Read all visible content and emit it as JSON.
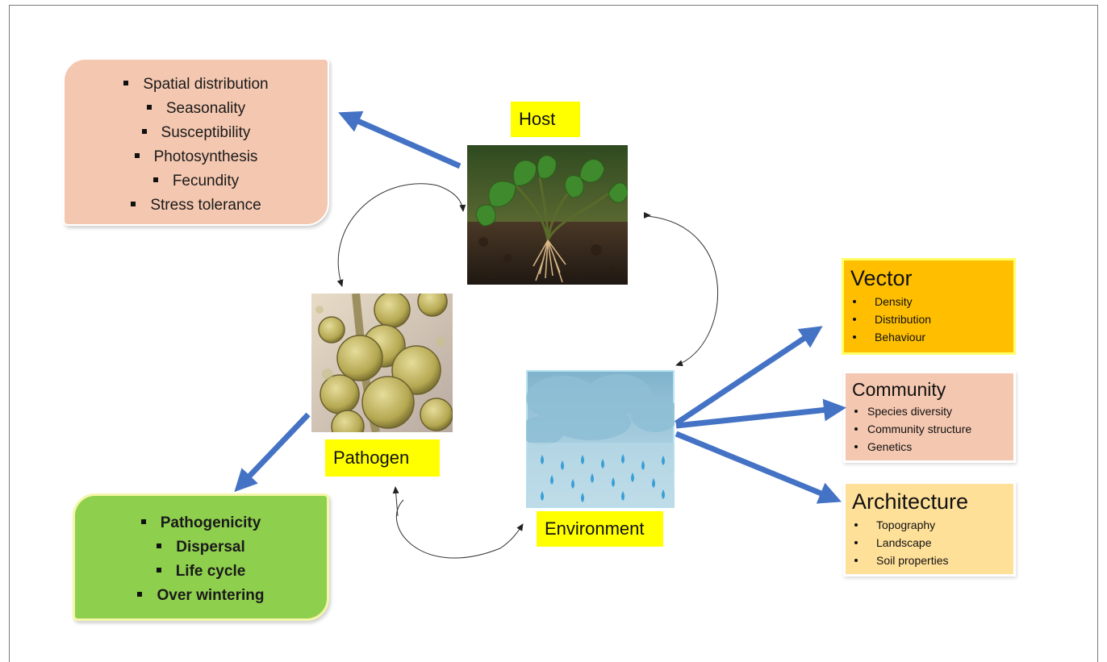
{
  "host": {
    "label": "Host",
    "traits": [
      "Spatial distribution",
      "Seasonality",
      "Susceptibility",
      "Photosynthesis",
      "Fecundity",
      "Stress tolerance"
    ]
  },
  "pathogen": {
    "label": "Pathogen",
    "traits": [
      "Pathogenicity",
      "Dispersal",
      "Life cycle",
      "Over wintering"
    ]
  },
  "environment": {
    "label": "Environment"
  },
  "vector": {
    "title": "Vector",
    "items": [
      "Density",
      "Distribution",
      "Behaviour"
    ]
  },
  "community": {
    "title": "Community",
    "items": [
      "Species diversity",
      "Community structure",
      "Genetics"
    ]
  },
  "architecture": {
    "title": "Architecture",
    "items": [
      "Topography",
      "Landscape",
      "Soil properties"
    ]
  },
  "colors": {
    "arrow_blue": "#4472c4",
    "label_yellow": "#ffff00",
    "host_box": "#f4c7b0",
    "pathogen_box": "#8fcf4e",
    "vector_panel": "#ffbf00",
    "community_panel": "#f4c7b0",
    "architecture_panel": "#ffe099"
  }
}
